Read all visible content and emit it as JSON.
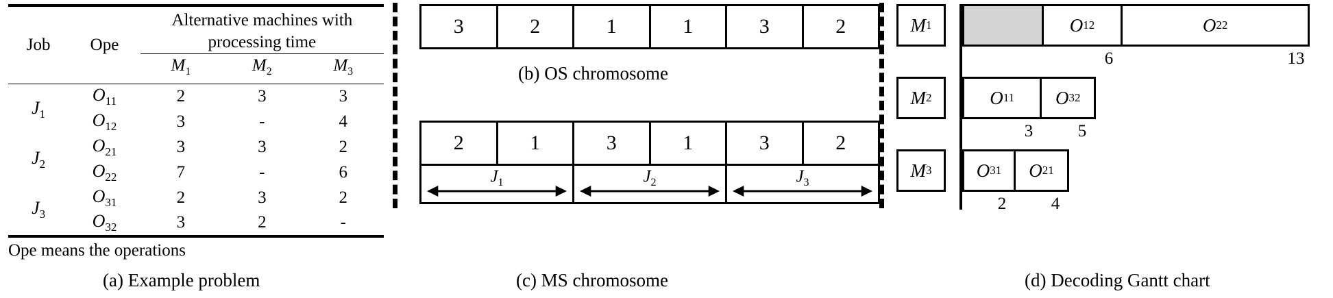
{
  "panels": {
    "a": {
      "caption": "(a) Example problem",
      "note": "Ope means the operations",
      "headers": {
        "job": "Job",
        "ope": "Ope",
        "group": "Alternative machines with processing time",
        "machines": [
          "M",
          "M",
          "M"
        ],
        "machine_subs": [
          "1",
          "2",
          "3"
        ]
      },
      "rows": [
        {
          "job": "J",
          "job_sub": "1",
          "ope": "O",
          "ope_sub": "11",
          "m1": "2",
          "m2": "3",
          "m3": "3"
        },
        {
          "job": "",
          "job_sub": "",
          "ope": "O",
          "ope_sub": "12",
          "m1": "3",
          "m2": "-",
          "m3": "4"
        },
        {
          "job": "J",
          "job_sub": "2",
          "ope": "O",
          "ope_sub": "21",
          "m1": "3",
          "m2": "3",
          "m3": "2"
        },
        {
          "job": "",
          "job_sub": "",
          "ope": "O",
          "ope_sub": "22",
          "m1": "7",
          "m2": "-",
          "m3": "6"
        },
        {
          "job": "J",
          "job_sub": "3",
          "ope": "O",
          "ope_sub": "31",
          "m1": "2",
          "m2": "3",
          "m3": "2"
        },
        {
          "job": "",
          "job_sub": "",
          "ope": "O",
          "ope_sub": "32",
          "m1": "3",
          "m2": "2",
          "m3": "-"
        }
      ]
    },
    "b": {
      "caption": "(b) OS chromosome",
      "genes": [
        "3",
        "2",
        "1",
        "1",
        "3",
        "2"
      ]
    },
    "c": {
      "caption": "(c) MS chromosome",
      "genes": [
        "2",
        "1",
        "3",
        "1",
        "3",
        "2"
      ],
      "job_groups": [
        {
          "label": "J",
          "sub": "1"
        },
        {
          "label": "J",
          "sub": "2"
        },
        {
          "label": "J",
          "sub": "3"
        }
      ]
    },
    "d": {
      "caption": "(d) Decoding Gantt chart",
      "machines": [
        {
          "label": "M",
          "sub": "1"
        },
        {
          "label": "M",
          "sub": "2"
        },
        {
          "label": "M",
          "sub": "3"
        }
      ]
    }
  },
  "chart_data": {
    "type": "gantt",
    "title": "(d) Decoding Gantt chart",
    "xlabel": "",
    "ylabel": "",
    "xlim": [
      0,
      13
    ],
    "machines": [
      "M1",
      "M2",
      "M3"
    ],
    "idle_fill": "#d4d4d4",
    "tasks": [
      {
        "machine": "M1",
        "op": "",
        "op_base": "",
        "op_sub": "",
        "start": 0,
        "end": 3,
        "idle": true
      },
      {
        "machine": "M1",
        "op": "O12",
        "op_base": "O",
        "op_sub": "12",
        "start": 3,
        "end": 6,
        "idle": false
      },
      {
        "machine": "M1",
        "op": "O22",
        "op_base": "O",
        "op_sub": "22",
        "start": 6,
        "end": 13,
        "idle": false
      },
      {
        "machine": "M2",
        "op": "O11",
        "op_base": "O",
        "op_sub": "11",
        "start": 0,
        "end": 3,
        "idle": false
      },
      {
        "machine": "M2",
        "op": "O32",
        "op_base": "O",
        "op_sub": "32",
        "start": 3,
        "end": 5,
        "idle": false
      },
      {
        "machine": "M3",
        "op": "O31",
        "op_base": "O",
        "op_sub": "31",
        "start": 0,
        "end": 2,
        "idle": false
      },
      {
        "machine": "M3",
        "op": "O21",
        "op_base": "O",
        "op_sub": "21",
        "start": 2,
        "end": 4,
        "idle": false
      }
    ],
    "tick_labels": {
      "M1": [
        "6",
        "13"
      ],
      "M2": [
        "3",
        "5"
      ],
      "M3": [
        "2",
        "4"
      ]
    }
  }
}
